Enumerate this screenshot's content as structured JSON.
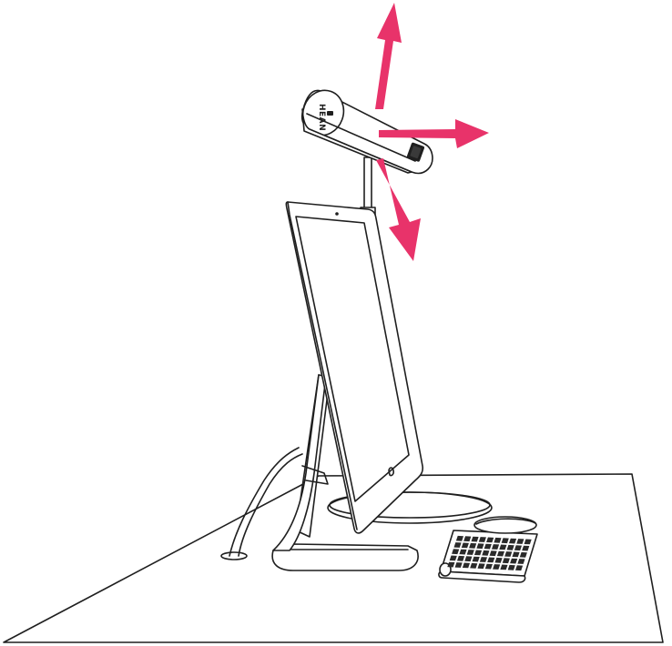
{
  "product": {
    "logo_text": "HEAN"
  },
  "colors": {
    "arrow": "#e8336a",
    "line": "#1f1f1f",
    "background": "#ffffff"
  },
  "arrows": [
    {
      "name": "arrow-up-icon",
      "direction": "up"
    },
    {
      "name": "arrow-right-icon",
      "direction": "right"
    },
    {
      "name": "arrow-down-icon",
      "direction": "down"
    }
  ]
}
